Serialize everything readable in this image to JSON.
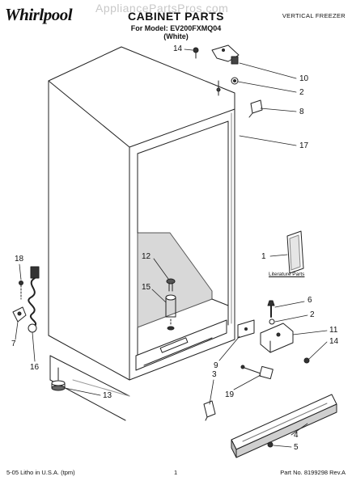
{
  "header": {
    "brand": "Whirlpool",
    "watermark": "AppliancePartsPros.com",
    "title": "CABINET PARTS",
    "model_line": "For Model: EV200FXMQ04",
    "color_line": "(White)",
    "product_type": "VERTICAL FREEZER"
  },
  "callouts": {
    "c14_top": "14",
    "c10": "10",
    "c2_top": "2",
    "c8": "8",
    "c17": "17",
    "c1": "1",
    "c12": "12",
    "c15": "15",
    "c18": "18",
    "c7": "7",
    "c16": "16",
    "c6": "6",
    "c2_mid": "2",
    "c11": "11",
    "c14_mid": "14",
    "c9": "9",
    "c3": "3",
    "c19": "19",
    "c13": "13",
    "c4": "4",
    "c5": "5"
  },
  "literature_label": "Literature Parts",
  "footer": {
    "left": "5-05 Litho in U.S.A. (tpm)",
    "center": "1",
    "right": "Part No. 8199298 Rev.A"
  }
}
